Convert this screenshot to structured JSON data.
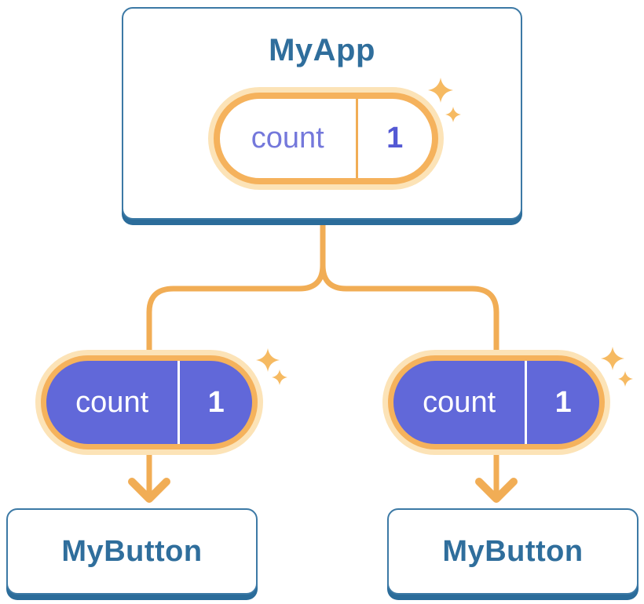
{
  "diagram": {
    "root": {
      "title": "MyApp",
      "state": {
        "name": "count",
        "value": "1"
      }
    },
    "children": [
      {
        "title": "MyButton",
        "state": {
          "name": "count",
          "value": "1"
        }
      },
      {
        "title": "MyButton",
        "state": {
          "name": "count",
          "value": "1"
        }
      }
    ]
  },
  "icons": {
    "sparkle": "sparkle-icon",
    "arrow": "arrow-down-icon"
  },
  "colors": {
    "orange_line": "#f1ad55",
    "orange_border": "#f5b25c",
    "pale_ring": "#fce3b7",
    "sparkle": "#f6ba62",
    "indigo_fill": "#6168d9",
    "label_purple": "#7478db",
    "value_purple": "#5459d4",
    "blue_text": "#2f6e9c",
    "blue_border": "#3c79a5",
    "blue_shadow": "#2b6c9a",
    "card_bg": "#ffffff",
    "page_bg": "#ffffff"
  }
}
